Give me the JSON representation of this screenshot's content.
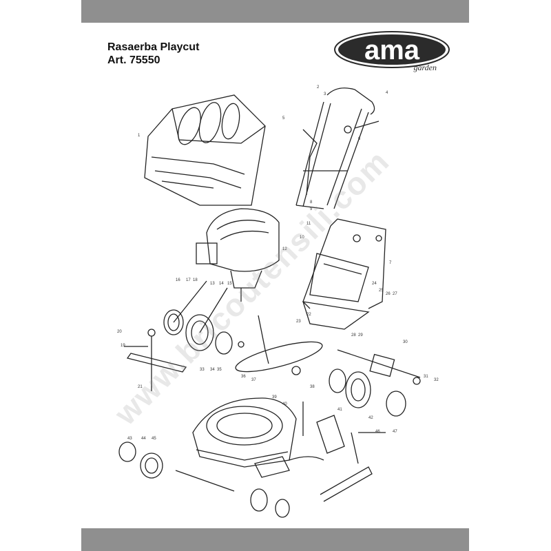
{
  "header": {
    "title_line1": "Rasaerba Playcut",
    "title_line2": "Art. 75550"
  },
  "logo": {
    "brand": "ama",
    "subtext": "garden"
  },
  "watermark": {
    "text": "www.bricoutensili.com"
  },
  "colors": {
    "bar": "#8f8f8f",
    "logo_fill": "#2b2b2b",
    "line_art": "#222222"
  },
  "diagram": {
    "subject": "exploded-view lawn mower parts diagram",
    "callouts": [
      "1",
      "2",
      "3",
      "4",
      "5",
      "6",
      "7",
      "8",
      "9",
      "10",
      "11",
      "12",
      "13",
      "14",
      "15",
      "16",
      "17",
      "18",
      "19",
      "20",
      "21",
      "22",
      "23",
      "24",
      "25",
      "26",
      "27",
      "28",
      "29",
      "30",
      "31",
      "32",
      "33",
      "34",
      "35",
      "36",
      "37",
      "38",
      "39",
      "40",
      "41",
      "42",
      "43",
      "44",
      "45",
      "46",
      "47"
    ]
  }
}
